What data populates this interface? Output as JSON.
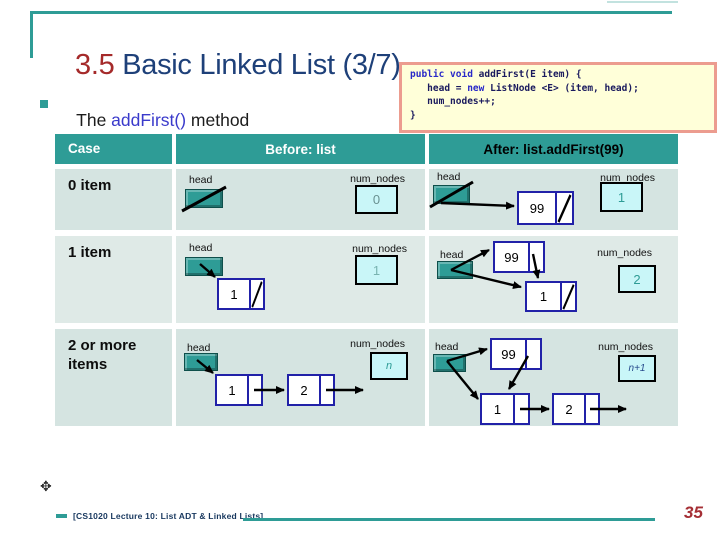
{
  "title": {
    "number": "3.5",
    "rest": " Basic Linked List (3/7)"
  },
  "bullet": {
    "pre": "The ",
    "method": "addFirst()",
    "post": " method"
  },
  "code": {
    "kw_public_void": "public void",
    "sig_rest": " addFirst(E item) {",
    "l2_pre": "   head = ",
    "kw_new": "new",
    "l2_post": " ListNode <E> (item, head);",
    "l3": "   num_nodes++;",
    "close": "}"
  },
  "labels": {
    "head": "head",
    "num_nodes": "num_nodes"
  },
  "table": {
    "header": {
      "case": "Case",
      "before": "Before: list",
      "after": "After: list.addFirst(99)"
    },
    "rows": [
      {
        "case": "0 item",
        "before": {
          "num": "0"
        },
        "after": {
          "n1": "99",
          "num": "1"
        }
      },
      {
        "case": "1 item",
        "before": {
          "n1": "1",
          "num": "1"
        },
        "after": {
          "n1": "99",
          "n2": "1",
          "num": "2"
        }
      },
      {
        "case": "2 or more items",
        "before": {
          "n1": "1",
          "n2": "2",
          "num": "n"
        },
        "after": {
          "n1": "99",
          "n2": "1",
          "n3": "2",
          "num": "n+1"
        }
      }
    ]
  },
  "footer": {
    "course": "[CS1020 Lecture 10: List ADT & Linked Lists]",
    "page": "35",
    "move_icon": "✥"
  },
  "colors": {
    "teal_accent": "#2E9C96",
    "row_bg": "#D5E4E1",
    "row_bg_alt": "#DFEAE7",
    "node_border": "#2121A8",
    "num_box_fill": "#C9F6F8",
    "code_bg": "#FFFFD9",
    "code_border": "#EC9C8F",
    "code_keyword": "#2929C8",
    "code_text": "#1A1A5E",
    "title_red": "#A52A2A",
    "title_navy": "#1E4079",
    "page_number_red": "#A52F35"
  }
}
